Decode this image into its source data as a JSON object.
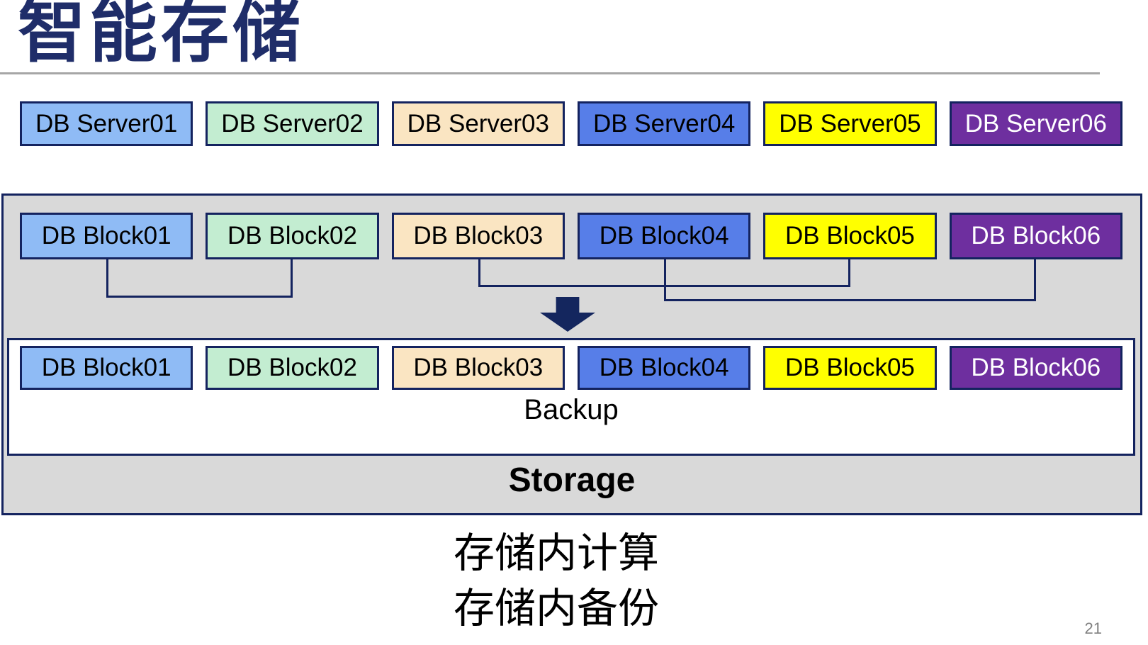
{
  "title": "智能存储",
  "page_number": "21",
  "palette": {
    "title_navy": "#1F2D69",
    "border_navy": "#14235F",
    "arrow_navy": "#14265E",
    "storage_gray": "#D9D9D9",
    "rule_gray": "#A6A6A6",
    "page_number_gray": "#7F7F7F",
    "box_fills": [
      "#8FBBF5",
      "#C3EDD1",
      "#FAE5C2",
      "#577EE8",
      "#FFFF00",
      "#6E2F9F"
    ],
    "box_text_colors": [
      "#000000",
      "#000000",
      "#000000",
      "#000000",
      "#000000",
      "#FFFFFF"
    ]
  },
  "server_row": {
    "items": [
      "DB Server01",
      "DB Server02",
      "DB Server03",
      "DB Server04",
      "DB Server05",
      "DB Server06"
    ]
  },
  "block_row_top": {
    "items": [
      "DB Block01",
      "DB Block02",
      "DB Block03",
      "DB Block04",
      "DB Block05",
      "DB Block06"
    ]
  },
  "block_row_bottom": {
    "items": [
      "DB Block01",
      "DB Block02",
      "DB Block03",
      "DB Block04",
      "DB Block05",
      "DB Block06"
    ]
  },
  "connectors": {
    "pairs": [
      "Block01-Block02",
      "Block03-Block05",
      "Block04-Block06"
    ]
  },
  "storage_box": {
    "backup_label": "Backup",
    "storage_label": "Storage"
  },
  "caption": {
    "line1": "存储内计算",
    "line2": "存储内备份"
  }
}
